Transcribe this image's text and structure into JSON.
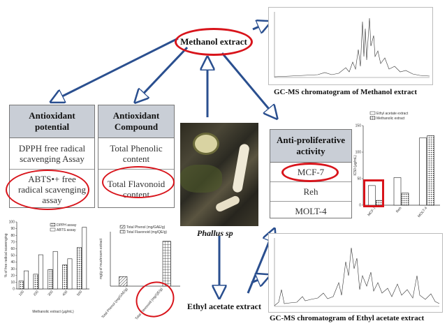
{
  "center": {
    "label": "Methanol extract"
  },
  "ethyl_label": "Ethyl acetate extract",
  "specimen_caption": "Phallus sp",
  "gcms_top_caption": "GC-MS chromatogram of Methanol extract",
  "gcms_bottom_caption": "GC-MS chromatogram of Ethyl acetate extract",
  "antioxidant_potential": {
    "title_line1": "Antioxidant",
    "title_line2": "potential",
    "item1_line1": "DPPH free radical",
    "item1_line2": "scavenging Assay",
    "item2_line1": "ABTS•+ free",
    "item2_line2": "radical scavenging",
    "item2_line3": "assay"
  },
  "antioxidant_compound": {
    "title_line1": "Antioxidant",
    "title_line2": "Compound",
    "item1_line1": "Total Phenolic",
    "item1_line2": "content",
    "item2_line1": "Total Flavonoid",
    "item2_line2": "content"
  },
  "antiproliferative": {
    "title_line1": "Anti-proliferative",
    "title_line2": "activity",
    "items": [
      "MCF-7",
      "Reh",
      "MOLT-4"
    ]
  },
  "colors": {
    "accent_red": "#d8141b",
    "header_gray": "#c9ced6",
    "arrow_blue": "#2a4f8f"
  },
  "chart_data": [
    {
      "type": "bar",
      "ylabel": "% of free radical scavenging",
      "xlabel": "Methanolic extract (µg/mL)",
      "categories": [
        "100",
        "200",
        "300",
        "400",
        "500"
      ],
      "ylim": [
        0,
        100
      ],
      "ticks": [
        "0",
        "10",
        "20",
        "30",
        "40",
        "50",
        "60",
        "70",
        "80",
        "90",
        "100"
      ],
      "series": [
        {
          "name": "DPPH assay",
          "values": [
            12,
            22,
            29,
            36,
            62
          ]
        },
        {
          "name": "ABTS assay",
          "values": [
            27,
            51,
            56,
            45,
            92
          ]
        }
      ]
    },
    {
      "type": "bar",
      "ylabel": "mg/g of mushroom extract",
      "categories": [
        "Total Phenol (mg/GAE/g)",
        "Total Flavonoid (mg/QE/g)"
      ],
      "ylim": [
        0,
        40
      ],
      "series": [
        {
          "name": "Total Phenol (mg/GAE/g)",
          "values": [
            7,
            0
          ]
        },
        {
          "name": "Total Flavonoid (mg/QE/g)",
          "values": [
            0,
            33
          ]
        }
      ]
    },
    {
      "type": "bar",
      "ylabel": "IC50 (µg/mL)",
      "categories": [
        "MCF-7",
        "Reh",
        "MOLT-4"
      ],
      "ylim": [
        0,
        150
      ],
      "ticks": [
        "0",
        "50",
        "100",
        "150"
      ],
      "series": [
        {
          "name": "Ethyl acetate extract",
          "values": [
            37,
            52,
            127
          ]
        },
        {
          "name": "Methanolic extract",
          "values": [
            9,
            23,
            131
          ]
        }
      ]
    }
  ]
}
